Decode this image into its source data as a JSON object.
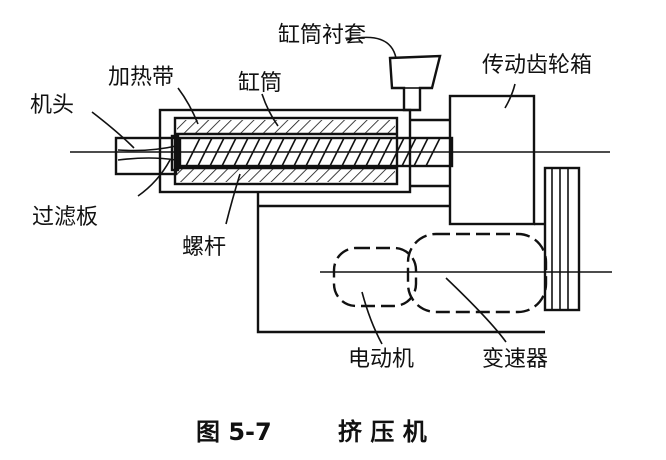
{
  "labels": {
    "jitou": "机头",
    "jiaredai": "加热带",
    "gangtong": "缸筒",
    "gangtong_chentao": "缸筒衬套",
    "chuandong_chilunxiang": "传动齿轮箱",
    "guolvban": "过滤板",
    "luogan": "螺杆",
    "diandongji": "电动机",
    "biansuqi": "变速器"
  },
  "caption": {
    "number": "图 5-7",
    "title": "挤 压 机"
  }
}
